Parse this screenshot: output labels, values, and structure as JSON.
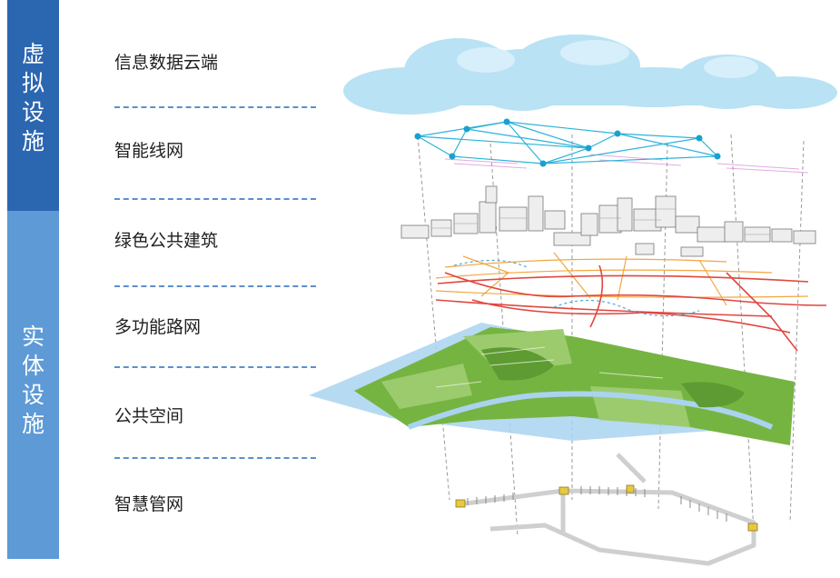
{
  "groups": {
    "virtual": "虚\n拟\n设\n施",
    "physical": "实\n体\n设\n施"
  },
  "layers": [
    "信息数据云端",
    "智能线网",
    "绿色公共建筑",
    "多功能路网",
    "公共空间",
    "智慧管网"
  ],
  "colors": {
    "virtual_band": "#2b66b1",
    "physical_band": "#5d9ad6",
    "separator": "#5b8fd0",
    "cloud": "#b9e2f4",
    "network": "#2bb3d9",
    "park_green": "#76b442",
    "water": "#a9d3ef",
    "road_red": "#e0473f",
    "road_orange": "#f4a640"
  }
}
